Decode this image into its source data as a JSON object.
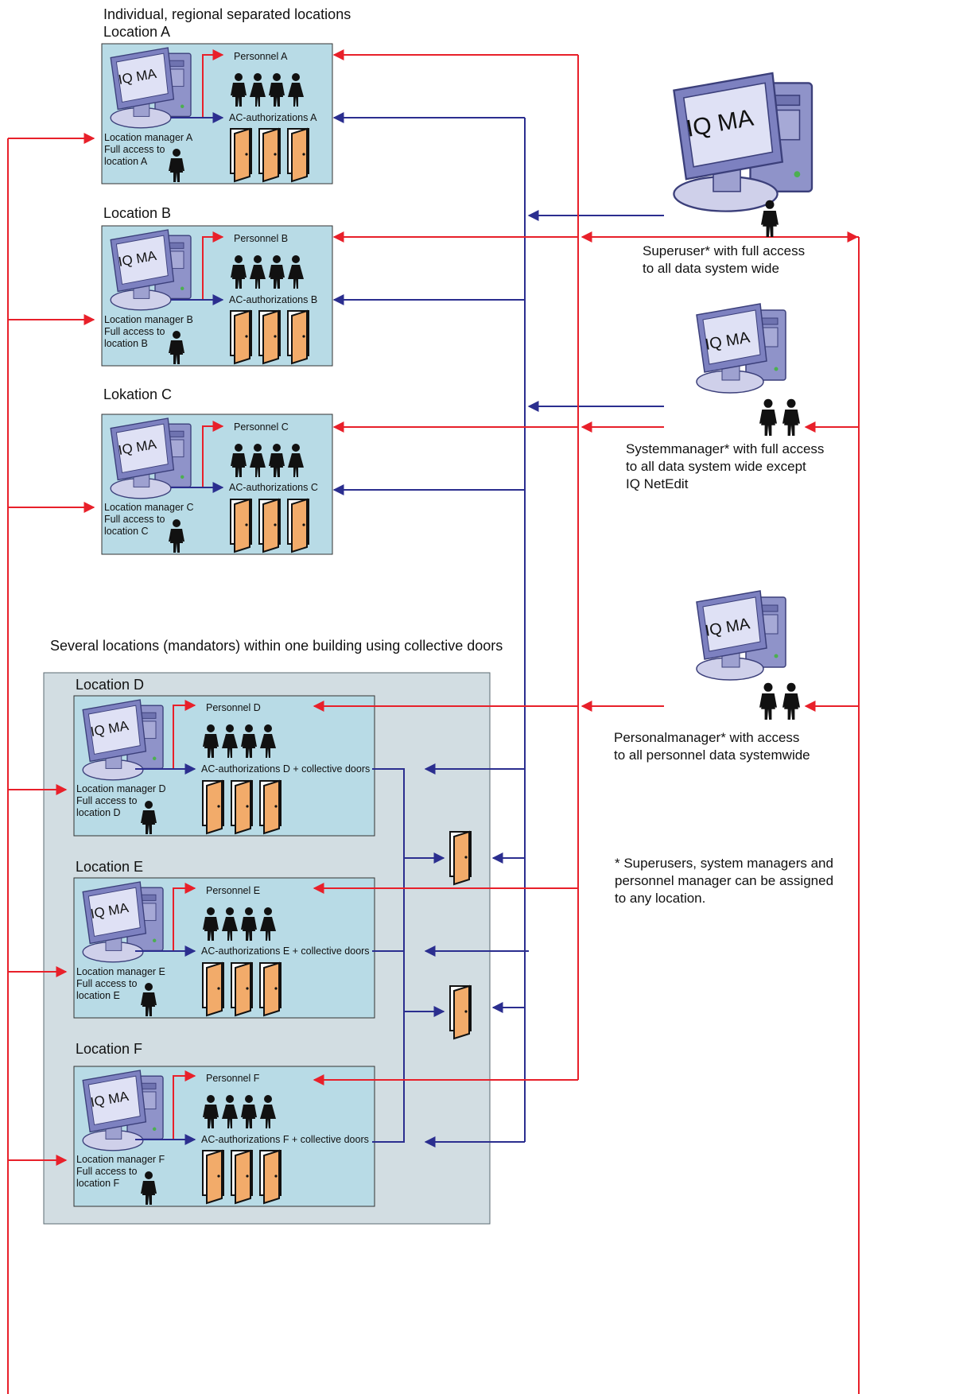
{
  "headings": {
    "individual": "Individual, regional separated locations",
    "several": "Several locations (mandators) within one building using collective doors"
  },
  "monitor_label": "IQ MA",
  "locations": [
    {
      "title": "Location A",
      "personnel": "Personnel A",
      "auth": "AC-authorizations A",
      "mgr1": "Location manager A",
      "mgr2": "Full access to",
      "mgr3": "location A"
    },
    {
      "title": "Location B",
      "personnel": "Personnel B",
      "auth": "AC-authorizations B",
      "mgr1": "Location manager B",
      "mgr2": "Full access to",
      "mgr3": "location B"
    },
    {
      "title": "Lokation C",
      "personnel": "Personnel C",
      "auth": "AC-authorizations C",
      "mgr1": "Location manager C",
      "mgr2": "Full access to",
      "mgr3": "location C"
    },
    {
      "title": "Location D",
      "personnel": "Personnel D",
      "auth": "AC-authorizations D + collective doors",
      "mgr1": "Location manager D",
      "mgr2": "Full access to",
      "mgr3": "location D"
    },
    {
      "title": "Location E",
      "personnel": "Personnel E",
      "auth": "AC-authorizations E + collective doors",
      "mgr1": "Location manager E",
      "mgr2": "Full access to",
      "mgr3": "location E"
    },
    {
      "title": "Location F",
      "personnel": "Personnel F",
      "auth": "AC-authorizations F + collective doors",
      "mgr1": "Location manager F",
      "mgr2": "Full access to",
      "mgr3": "location F"
    }
  ],
  "roles": {
    "superuser": [
      "Superuser* with full access",
      "to all data system wide"
    ],
    "systemmanager": [
      "Systemmanager* with full access",
      "to all data system wide except",
      "IQ NetEdit"
    ],
    "personalmanager": [
      "Personalmanager* with access",
      "to all personnel data systemwide"
    ]
  },
  "footnote": [
    "* Superusers, system managers and",
    "personnel manager can be assigned",
    "to any location."
  ],
  "colors": {
    "red": "#e8202a",
    "blue": "#2b2e8f",
    "box": "#b8dbe6",
    "outer": "#d2dde2",
    "door": "#f2ab6a"
  }
}
